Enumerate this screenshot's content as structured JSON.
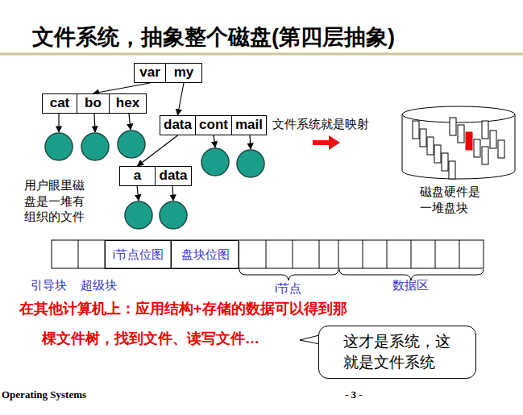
{
  "diagram": {
    "title": "文件系统，抽象整个磁盘(第四层抽象)",
    "nodes": [
      {
        "text": [
          "var"
        ]
      },
      {
        "text": [
          "my"
        ]
      },
      {
        "text": [
          "cat"
        ]
      },
      {
        "text": [
          "bo"
        ]
      },
      {
        "text": [
          "hex"
        ]
      },
      {
        "text": [
          "data"
        ]
      },
      {
        "text": [
          "cont"
        ]
      },
      {
        "text": [
          "mail"
        ]
      },
      {
        "text": [
          "a"
        ]
      },
      {
        "text": [
          "data"
        ]
      },
      {
        "text": [
          "i节点位图"
        ]
      },
      {
        "text": [
          "盘块位图"
        ]
      },
      {
        "text": [
          "这才是系统，这就是文件系统"
        ]
      }
    ],
    "edges": [
      {
        "from": 0,
        "to": 3,
        "arrow": "to"
      },
      {
        "from": 1,
        "to": 5,
        "arrow": "to"
      },
      {
        "from": 5,
        "to": 8,
        "arrow": "to"
      }
    ],
    "labels": [
      "文件系统就是映射",
      "用户眼里磁盘是一堆有组织的文件",
      "磁盘硬件是一堆盘块",
      "引导块",
      "超级块",
      "i节点",
      "数据区",
      "在其他计算机上：应用结构+存储的数据可以得到那",
      "棵文件树，找到文件、读写文件…",
      "Operating Systems",
      "- 3 -"
    ]
  }
}
